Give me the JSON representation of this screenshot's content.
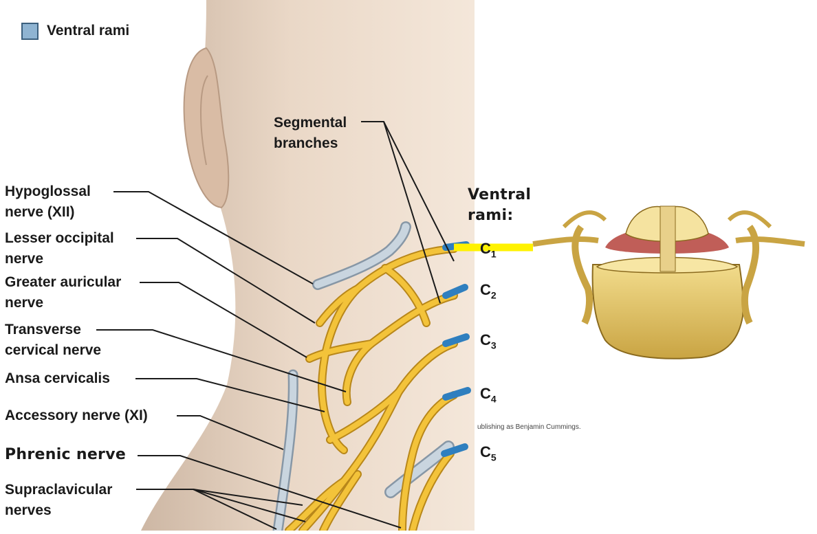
{
  "legend": {
    "label": "Ventral rami",
    "color": "#8fb4d2"
  },
  "labels": {
    "segmental_1": "Segmental",
    "segmental_2": "branches",
    "ventral_rami_1": "Ventral",
    "ventral_rami_2": "rami:",
    "hypoglossal_1": "Hypoglossal",
    "hypoglossal_2": "nerve (XII)",
    "lesser_occipital_1": "Lesser occipital",
    "lesser_occipital_2": "nerve",
    "greater_auricular_1": "Greater auricular",
    "greater_auricular_2": "nerve",
    "transverse_1": "Transverse",
    "transverse_2": "cervical nerve",
    "ansa": "Ansa cervicalis",
    "accessory": "Accessory nerve (XI)",
    "phrenic": "Phrenic nerve",
    "supraclavicular_1": "Supraclavicular",
    "supraclavicular_2": "nerves"
  },
  "spinal_levels": [
    {
      "letter": "C",
      "sub": "1"
    },
    {
      "letter": "C",
      "sub": "2"
    },
    {
      "letter": "C",
      "sub": "3"
    },
    {
      "letter": "C",
      "sub": "4"
    },
    {
      "letter": "C",
      "sub": "5"
    }
  ],
  "credit": "ublishing as Benjamin Cummings.",
  "colors": {
    "nerve": "#f3c33a",
    "nerve_outline": "#b8871a",
    "skin": "#e9d6c4",
    "ramus_blue": "#4a9bd4",
    "gray_nerve": "#b9c7d3",
    "highlight": "#fff200",
    "bone": "#e6c86a"
  }
}
